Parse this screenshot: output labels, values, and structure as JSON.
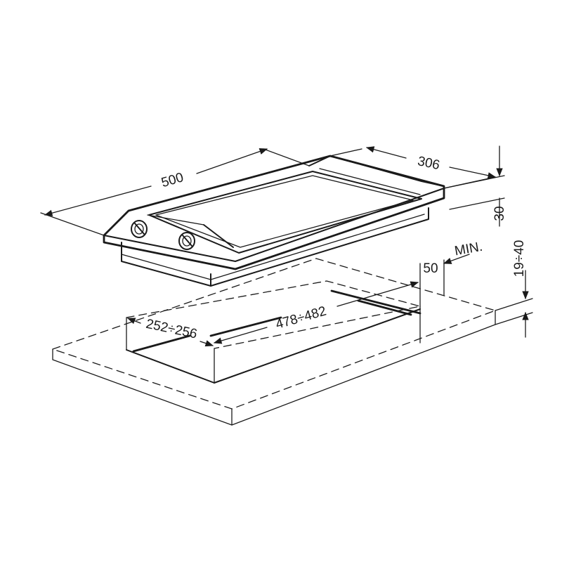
{
  "diagram": {
    "dimensions": {
      "length": "500",
      "depth": "306",
      "height": "30",
      "cutout_length": "478÷482",
      "cutout_depth": "252÷256",
      "worktop_thickness": "19÷40",
      "rear_clearance": "50",
      "min_label": "MIN."
    },
    "colors": {
      "line": "#1a1a1a",
      "background": "#ffffff"
    },
    "icons": [
      "control-knob-icon",
      "control-knob-icon"
    ]
  }
}
